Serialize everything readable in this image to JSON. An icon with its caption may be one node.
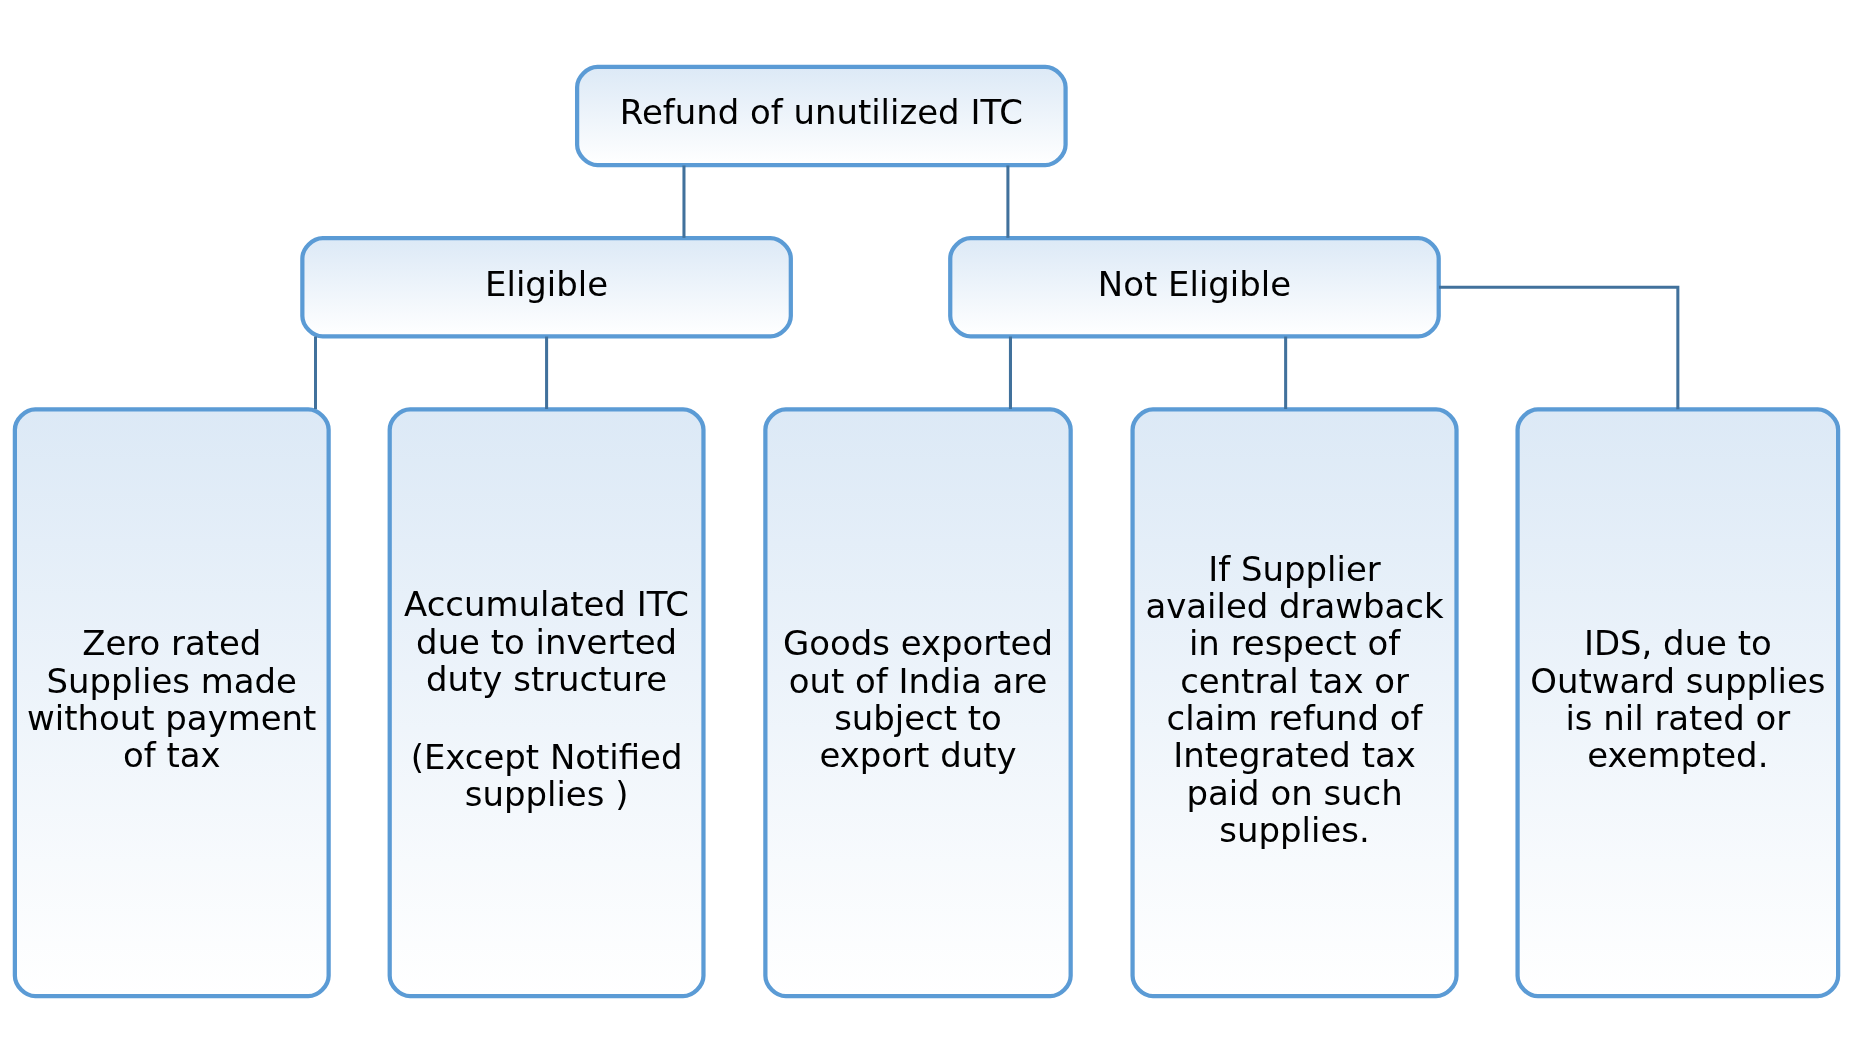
{
  "diagram": {
    "nodes": [
      {
        "text": [
          "Refund of unutilized ITC"
        ]
      },
      {
        "text": [
          "Eligible"
        ]
      },
      {
        "text": [
          "Not Eligible"
        ]
      },
      {
        "text": [
          "Zero rated Supplies made without payment of tax"
        ]
      },
      {
        "text": [
          "Accumulated ITC due to inverted duty structure",
          "(Except Notified supplies )"
        ]
      },
      {
        "text": [
          "Goods exported out of India are subject to export duty"
        ]
      },
      {
        "text": [
          "If Supplier availed drawback in respect of central tax or claim refund of Integrated tax paid on such supplies."
        ]
      },
      {
        "text": [
          "IDS, due to Outward supplies is nil rated or exempted."
        ]
      }
    ],
    "edges": [
      {
        "from": 0,
        "to": 1,
        "arrow": "none"
      },
      {
        "from": 0,
        "to": 2,
        "arrow": "none"
      },
      {
        "from": 1,
        "to": 3,
        "arrow": "none"
      },
      {
        "from": 1,
        "to": 4,
        "arrow": "none"
      },
      {
        "from": 2,
        "to": 5,
        "arrow": "none"
      },
      {
        "from": 2,
        "to": 6,
        "arrow": "none"
      },
      {
        "from": 2,
        "to": 7,
        "arrow": "none"
      }
    ]
  }
}
